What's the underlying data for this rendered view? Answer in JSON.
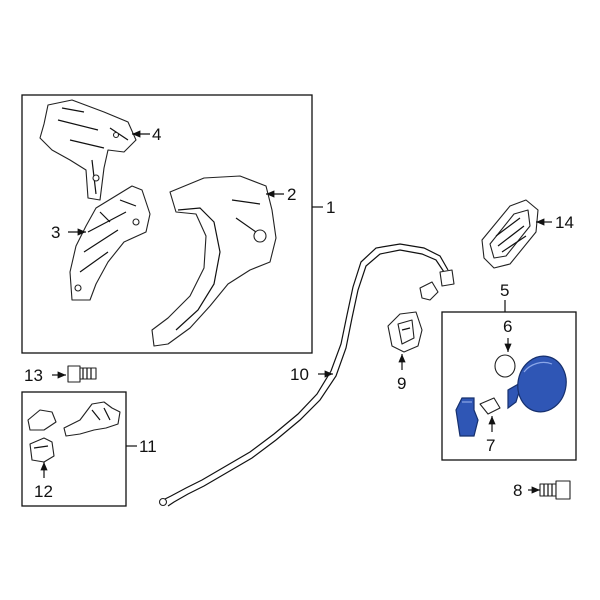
{
  "callouts": {
    "c1": "1",
    "c2": "2",
    "c3": "3",
    "c4": "4",
    "c5": "5",
    "c6": "6",
    "c7": "7",
    "c8": "8",
    "c9": "9",
    "c10": "10",
    "c11": "11",
    "c12": "12",
    "c13": "13",
    "c14": "14"
  },
  "highlight_color": "#2f56b5"
}
